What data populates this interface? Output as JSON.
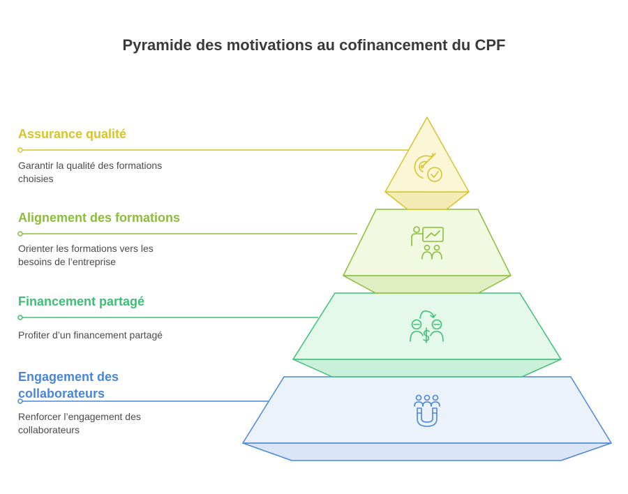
{
  "title": "Pyramide des motivations au cofinancement du CPF",
  "levels": [
    {
      "title": "Assurance qualité",
      "description": "Garantir la qualité des formations choisies",
      "icon": "target-check-icon",
      "color": "#d6c42a"
    },
    {
      "title": "Alignement des formations",
      "description": "Orienter les formations vers les besoins de l’entreprise",
      "icon": "presentation-team-icon",
      "color": "#8abd3a"
    },
    {
      "title": "Financement partagé",
      "description": "Profiter d’un financement partagé",
      "icon": "money-exchange-icon",
      "color": "#3cbf74"
    },
    {
      "title": "Engagement des collaborateurs",
      "description": "Renforcer l’engagement des collaborateurs",
      "icon": "people-magnet-icon",
      "color": "#4a86d8"
    }
  ]
}
